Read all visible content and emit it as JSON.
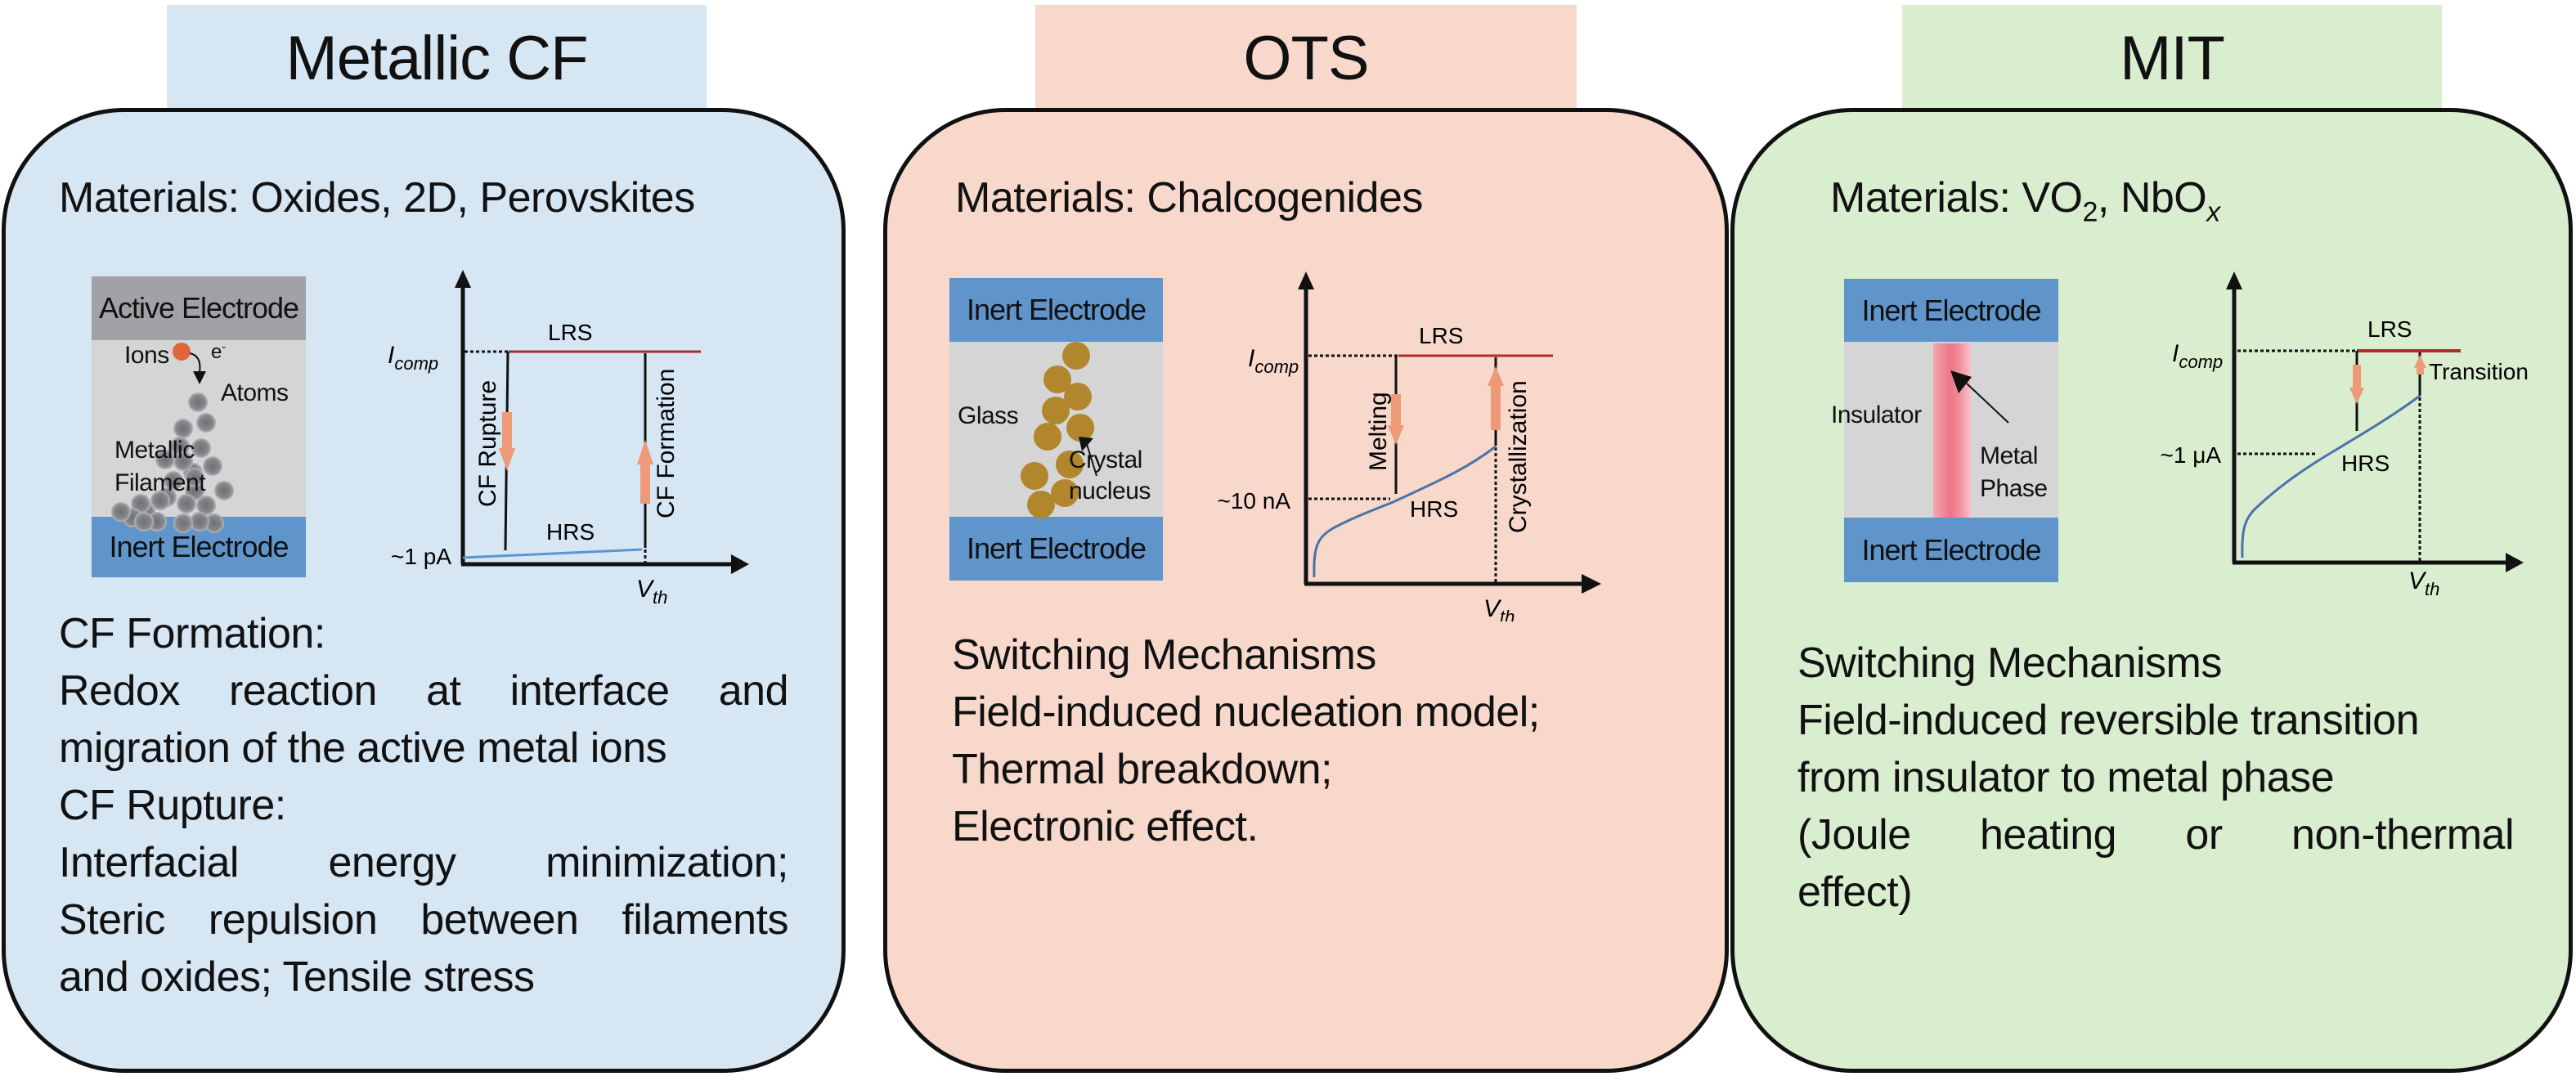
{
  "colors": {
    "panel1_fill": "#d6e6f3",
    "panel2_fill": "#f7d8cb",
    "panel3_fill": "#d9edcf",
    "electrode_active": "#a0a2a6",
    "electrode_inert": "#6095cc",
    "switching_layer": "#d5d5d5",
    "lrs_line": "#b02a2a",
    "hrs_line_panel1": "#5b95d4",
    "hrs_curve": "#4a73aa",
    "transition_arrow": "#ee9a78",
    "ion": "#e0663a",
    "atom": "#7f8185",
    "nucleus": "#b2862c",
    "metal_phase": "#ee7a88"
  },
  "panels": [
    {
      "title": "Metallic CF",
      "materials": {
        "prefix": "Materials: ",
        "text": "Oxides, 2D, Perovskites"
      },
      "device": {
        "top_electrode": "Active Electrode",
        "bottom_electrode": "Inert Electrode",
        "labels": {
          "ions": "Ions",
          "electron": "e",
          "electron_sup": "-",
          "atoms": "Atoms",
          "filament_1": "Metallic",
          "filament_2": "Filament"
        }
      },
      "iv": {
        "y_top_label": "I",
        "y_top_sub": "comp",
        "y_low_label": "~1 pA",
        "x_label": "V",
        "x_sub": "th",
        "lrs": "LRS",
        "hrs": "HRS",
        "down_label": "CF Rupture",
        "up_label": "CF Formation"
      },
      "text": {
        "h1": "CF Formation:",
        "p1a": "Redox reaction at interface and",
        "p1b": "migration of the active metal ions",
        "h2": "CF Rupture:",
        "p2a": "Interfacial energy minimization;",
        "p2b": "Steric repulsion between filaments",
        "p2c": "and oxides; Tensile stress"
      }
    },
    {
      "title": "OTS",
      "materials": {
        "prefix": "Materials: ",
        "text": "Chalcogenides"
      },
      "device": {
        "top_electrode": "Inert Electrode",
        "bottom_electrode": "Inert Electrode",
        "labels": {
          "glass": "Glass",
          "crystal_1": "Crystal",
          "crystal_2": "nucleus"
        }
      },
      "iv": {
        "y_top_label": "I",
        "y_top_sub": "comp",
        "y_low_label": "~10 nA",
        "x_label": "V",
        "x_sub": "th",
        "lrs": "LRS",
        "hrs": "HRS",
        "down_label": "Melting",
        "up_label": "Crystallization"
      },
      "text": {
        "h1": "Switching Mechanisms",
        "l1": "Field-induced nucleation model;",
        "l2": "Thermal breakdown;",
        "l3": "Electronic effect."
      }
    },
    {
      "title": "MIT",
      "materials": {
        "prefix": "Materials: ",
        "m1": "VO",
        "m1_sub": "2",
        "sep": ", ",
        "m2": "NbO",
        "m2_sub": "x"
      },
      "device": {
        "top_electrode": "Inert Electrode",
        "bottom_electrode": "Inert Electrode",
        "labels": {
          "insulator": "Insulator",
          "metal_1": "Metal",
          "metal_2": "Phase"
        }
      },
      "iv": {
        "y_top_label": "I",
        "y_top_sub": "comp",
        "y_low_label": "~1 μA",
        "x_label": "V",
        "x_sub": "th",
        "lrs": "LRS",
        "hrs": "HRS",
        "up_label": "Transition"
      },
      "text": {
        "h1": "Switching Mechanisms",
        "l1": "Field-induced reversible transition",
        "l2": "from insulator to metal phase",
        "l3": "(Joule heating or non-thermal",
        "l4": "effect)"
      }
    }
  ]
}
